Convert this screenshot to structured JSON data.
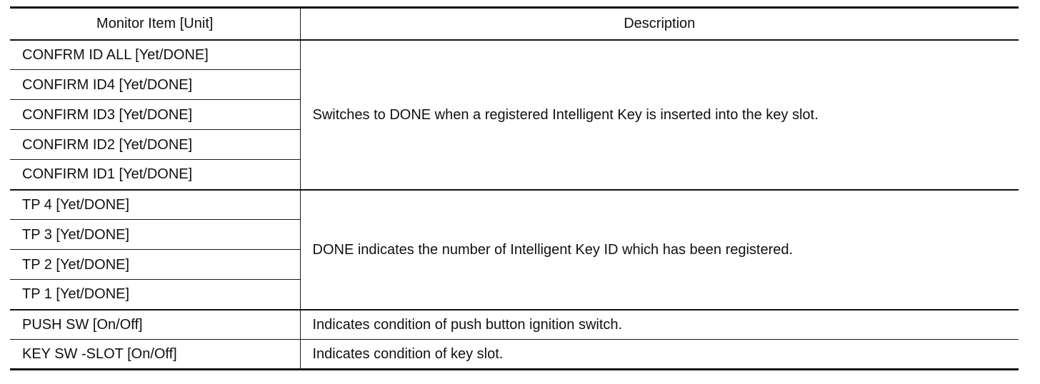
{
  "table": {
    "headers": [
      "Monitor Item [Unit]",
      "Description"
    ],
    "groups": [
      {
        "items": [
          "CONFRM ID ALL [Yet/DONE]",
          "CONFIRM ID4 [Yet/DONE]",
          "CONFIRM ID3 [Yet/DONE]",
          "CONFIRM ID2 [Yet/DONE]",
          "CONFIRM ID1 [Yet/DONE]"
        ],
        "description": "Switches to DONE when a registered Intelligent Key is inserted into the key slot."
      },
      {
        "items": [
          "TP 4 [Yet/DONE]",
          "TP 3 [Yet/DONE]",
          "TP 2 [Yet/DONE]",
          "TP 1 [Yet/DONE]"
        ],
        "description": "DONE indicates the number of Intelligent Key ID which has been registered."
      },
      {
        "items": [
          "PUSH SW [On/Off]"
        ],
        "description": "Indicates condition of push button ignition switch."
      },
      {
        "items": [
          "KEY SW -SLOT [On/Off]"
        ],
        "description": "Indicates condition of key slot."
      }
    ]
  }
}
